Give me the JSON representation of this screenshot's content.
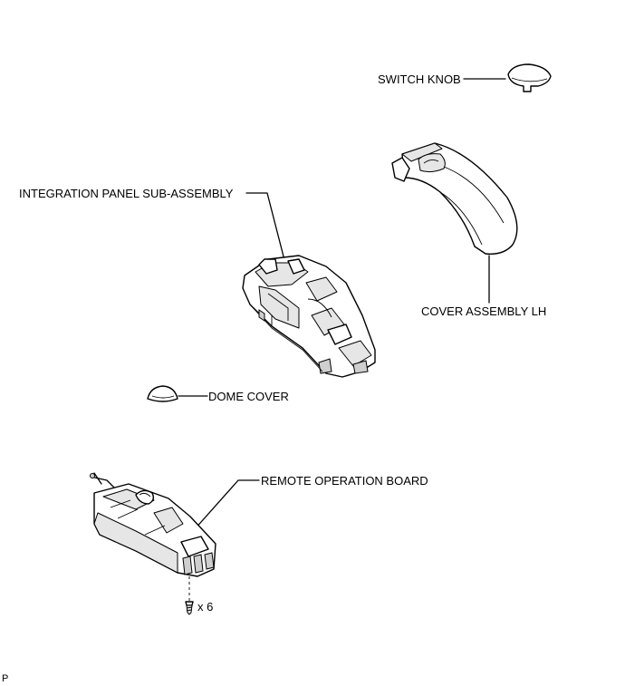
{
  "labels": {
    "switch_knob": "SWITCH KNOB",
    "integration_panel": "INTEGRATION PANEL SUB-ASSEMBLY",
    "cover_assembly": "COVER ASSEMBLY LH",
    "dome_cover": "DOME COVER",
    "remote_board": "REMOTE OPERATION BOARD",
    "screw_qty": "x 6",
    "corner_mark": "P"
  }
}
